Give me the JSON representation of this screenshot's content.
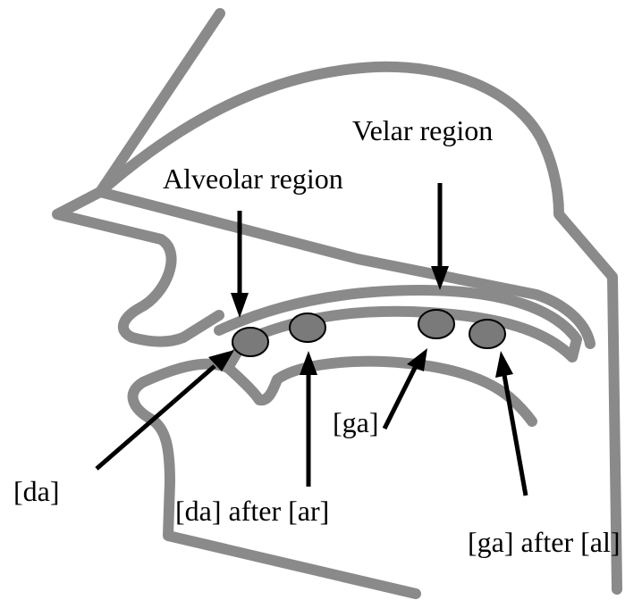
{
  "labels": {
    "velar_region": "Velar region",
    "alveolar_region": "Alveolar region",
    "ga": "[ga]",
    "da": "[da]",
    "da_after_ar": "[da] after [ar]",
    "ga_after_al": "[ga] after [al]"
  },
  "colors": {
    "tract_outline": "#8a8a8a",
    "articulation_spot": "#7a7a7a",
    "arrow": "#000000",
    "background": "#ffffff"
  }
}
